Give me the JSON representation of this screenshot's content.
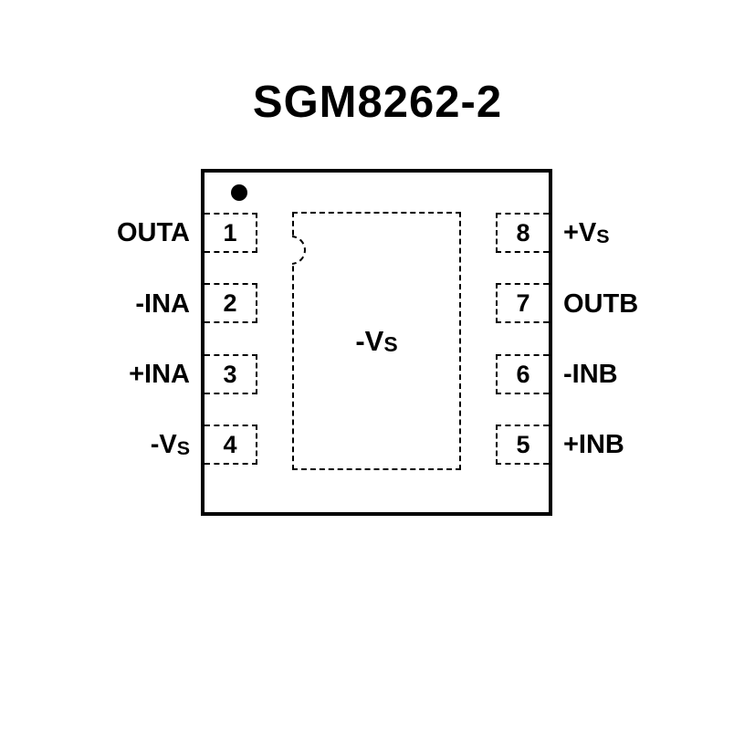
{
  "title": "SGM8262-2",
  "package": {
    "pad_label": {
      "base": "-V",
      "sub": "S"
    },
    "pins_left": [
      {
        "number": "1",
        "name_base": "OUTA",
        "name_sub": ""
      },
      {
        "number": "2",
        "name_base": "-INA",
        "name_sub": ""
      },
      {
        "number": "3",
        "name_base": "+INA",
        "name_sub": ""
      },
      {
        "number": "4",
        "name_base": "-V",
        "name_sub": "S"
      }
    ],
    "pins_right": [
      {
        "number": "8",
        "name_base": "+V",
        "name_sub": "S"
      },
      {
        "number": "7",
        "name_base": "OUTB",
        "name_sub": ""
      },
      {
        "number": "6",
        "name_base": "-INB",
        "name_sub": ""
      },
      {
        "number": "5",
        "name_base": "+INB",
        "name_sub": ""
      }
    ]
  }
}
